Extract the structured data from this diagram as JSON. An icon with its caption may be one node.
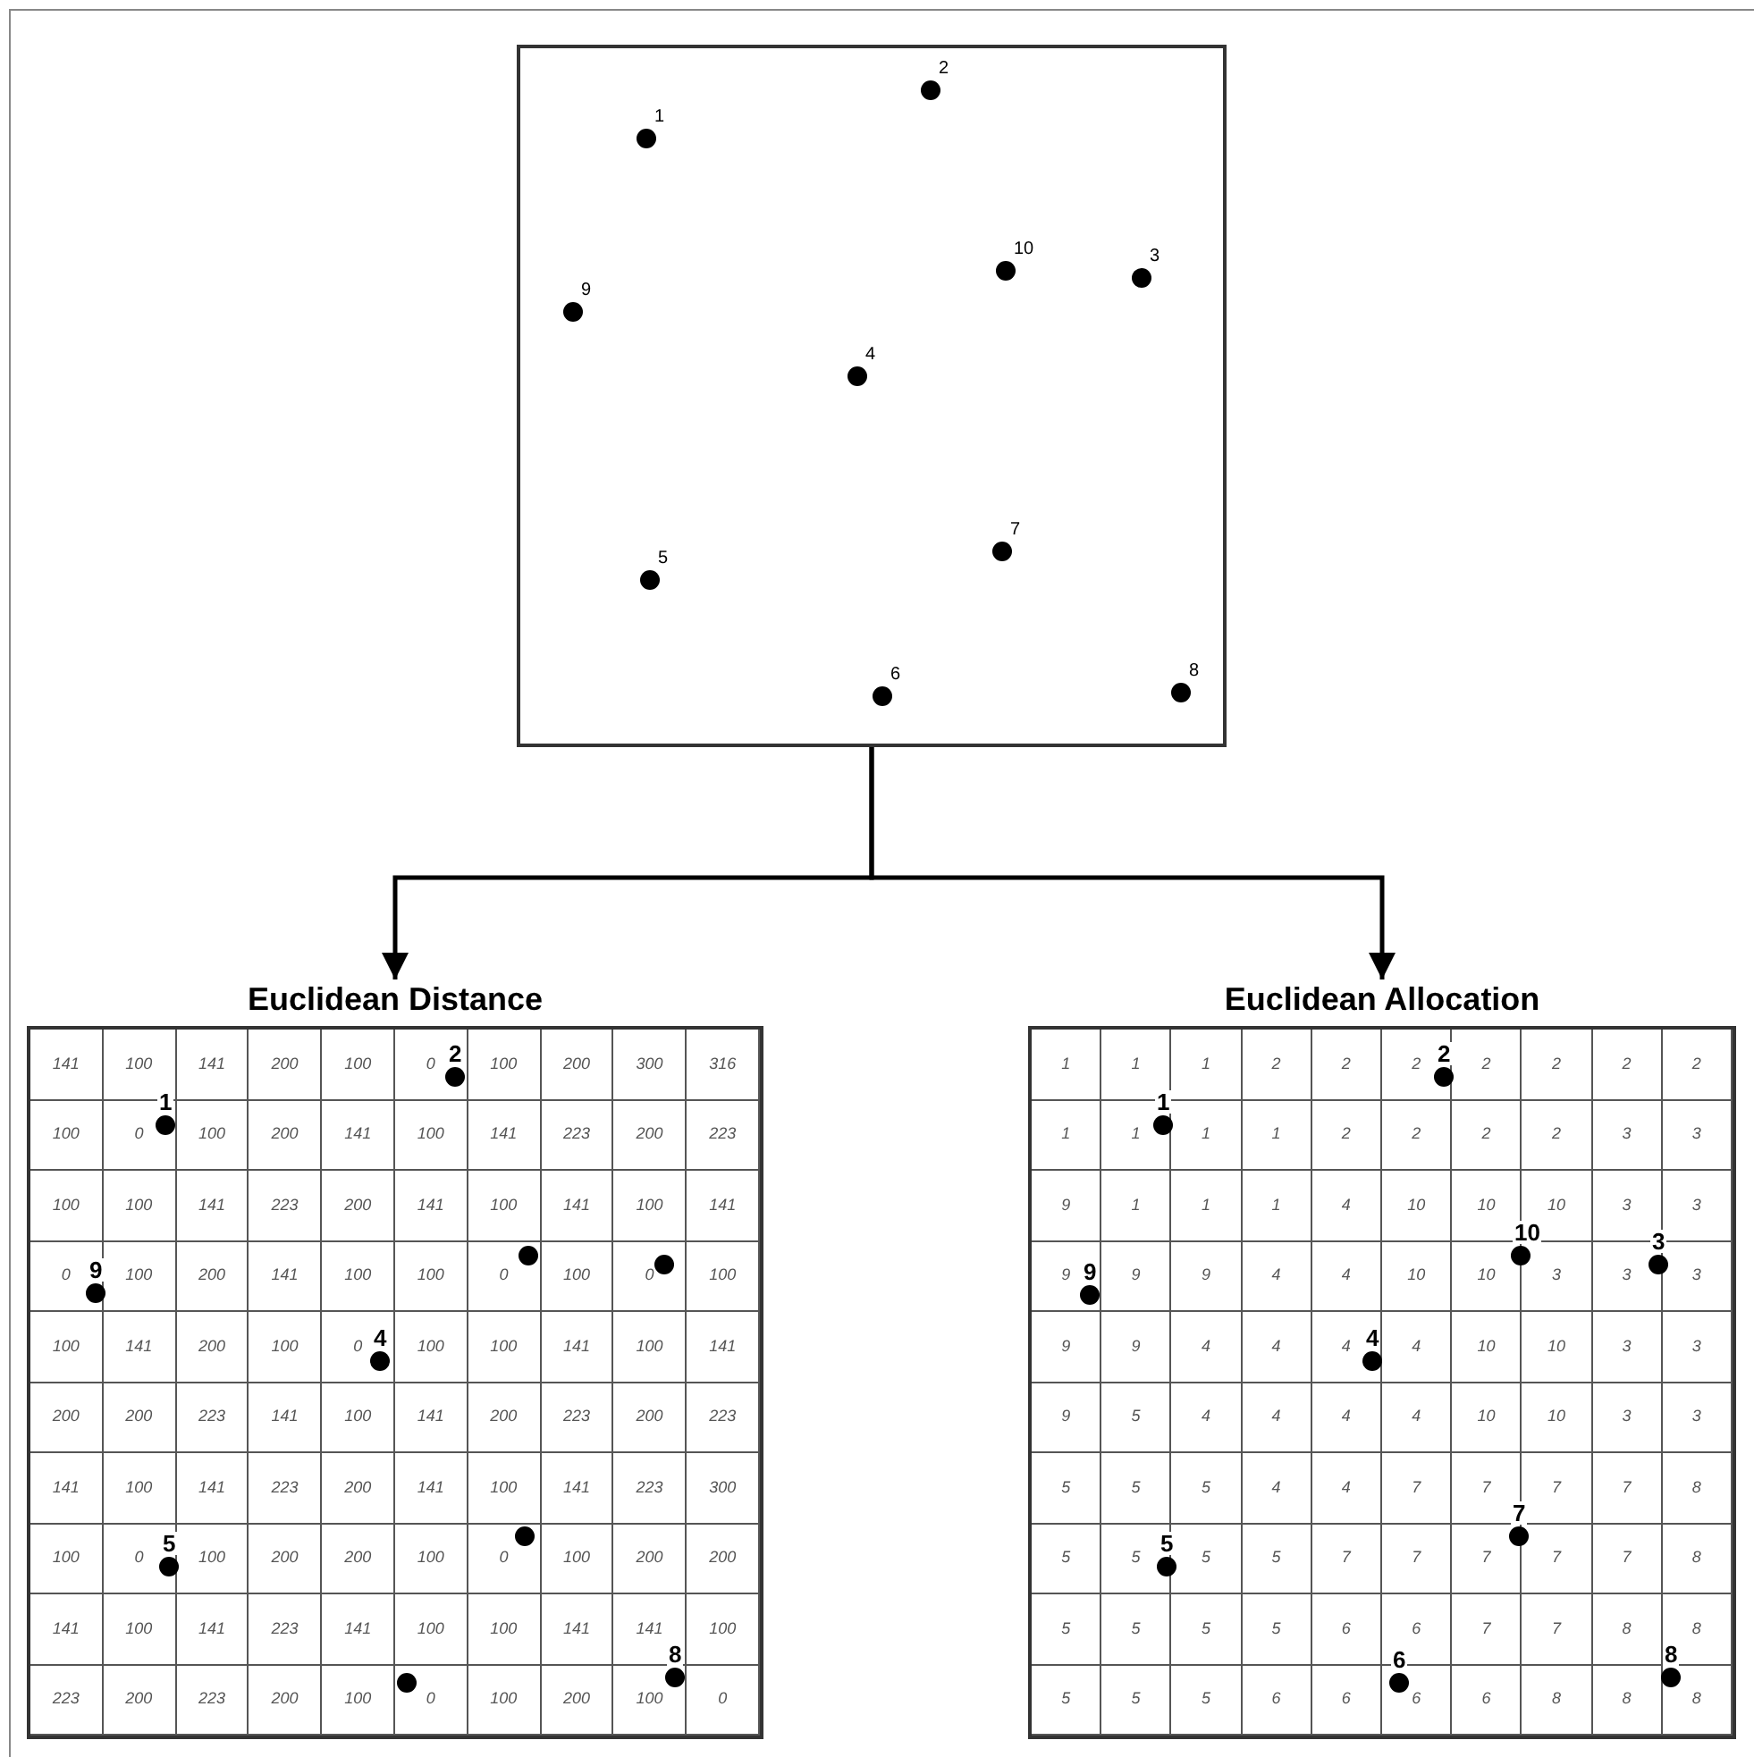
{
  "diagram": {
    "nodes": [
      {
        "text": [],
        "shape": "box"
      },
      {
        "text": [
          "Euclidean Distance"
        ]
      },
      {
        "text": [
          "Euclidean Allocation"
        ]
      }
    ],
    "edges": [
      {
        "from": 0,
        "to": 1,
        "arrow": "to"
      },
      {
        "from": 0,
        "to": 2,
        "arrow": "to"
      }
    ],
    "labels": [
      "2",
      "1",
      "10",
      "3",
      "9",
      "4",
      "7",
      "5",
      "6",
      "8",
      "141",
      "100",
      "141",
      "200",
      "100",
      "0",
      "100",
      "200",
      "300",
      "316",
      "100",
      "0",
      "100",
      "200",
      "141",
      "100",
      "141",
      "223",
      "200",
      "223",
      "100",
      "100",
      "141",
      "223",
      "200",
      "141",
      "100",
      "141",
      "100",
      "141",
      "0",
      "100",
      "200",
      "141",
      "100",
      "100",
      "0",
      "100",
      "0",
      "100",
      "100",
      "141",
      "200",
      "100",
      "0",
      "100",
      "100",
      "141",
      "100",
      "141",
      "200",
      "200",
      "223",
      "141",
      "100",
      "141",
      "200",
      "223",
      "200",
      "223",
      "141",
      "100",
      "141",
      "223",
      "200",
      "141",
      "100",
      "141",
      "223",
      "300",
      "100",
      "0",
      "100",
      "200",
      "200",
      "100",
      "0",
      "100",
      "200",
      "200",
      "141",
      "100",
      "141",
      "223",
      "141",
      "100",
      "100",
      "141",
      "141",
      "100",
      "223",
      "200",
      "223",
      "200",
      "100",
      "0",
      "100",
      "200",
      "100",
      "0",
      "2",
      "1",
      "9",
      "4",
      "5",
      "8",
      "1",
      "1",
      "1",
      "2",
      "2",
      "2",
      "2",
      "2",
      "2",
      "2",
      "1",
      "1",
      "1",
      "1",
      "2",
      "2",
      "2",
      "2",
      "3",
      "3",
      "9",
      "1",
      "1",
      "1",
      "4",
      "10",
      "10",
      "10",
      "3",
      "3",
      "9",
      "9",
      "9",
      "4",
      "4",
      "10",
      "10",
      "3",
      "3",
      "3",
      "9",
      "9",
      "4",
      "4",
      "4",
      "4",
      "10",
      "10",
      "3",
      "3",
      "9",
      "5",
      "4",
      "4",
      "4",
      "4",
      "10",
      "10",
      "3",
      "3",
      "5",
      "5",
      "5",
      "4",
      "4",
      "7",
      "7",
      "7",
      "7",
      "8",
      "5",
      "5",
      "5",
      "5",
      "7",
      "7",
      "7",
      "7",
      "7",
      "8",
      "5",
      "5",
      "5",
      "5",
      "6",
      "6",
      "7",
      "7",
      "8",
      "8",
      "5",
      "5",
      "5",
      "6",
      "6",
      "6",
      "6",
      "8",
      "8",
      "8",
      "2",
      "1",
      "10",
      "3",
      "9",
      "4",
      "7",
      "5",
      "6",
      "8"
    ]
  }
}
